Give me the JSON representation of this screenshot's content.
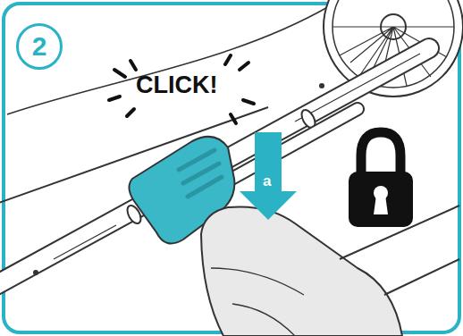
{
  "diagram": {
    "nodes": [
      {
        "text": [
          "2"
        ]
      }
    ],
    "labels": [
      "CLICK!",
      "a"
    ]
  }
}
